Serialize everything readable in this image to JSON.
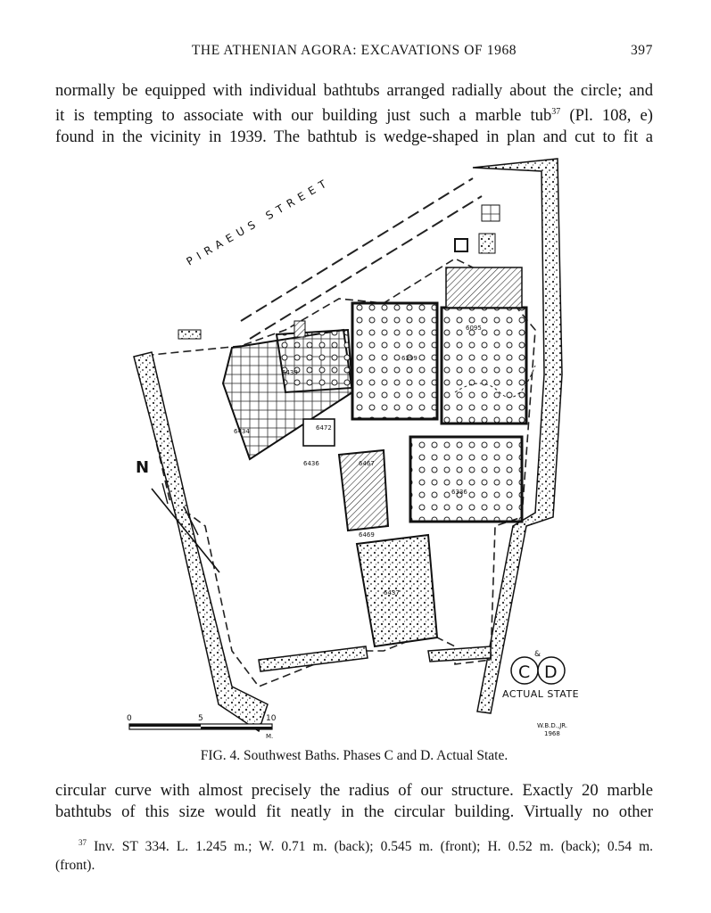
{
  "header": {
    "running_title": "THE ATHENIAN AGORA: EXCAVATIONS OF 1968",
    "page_number": "397"
  },
  "paragraph_top": {
    "line1": "normally be equipped with individual bathtubs arranged radially about the circle; and",
    "line2_a": "it is tempting to associate with our building just such a marble tub",
    "line2_ref": "37",
    "line2_b": "(Pl. 108, e)",
    "line3": "found in the vicinity in 1939. The bathtub is wedge-shaped in plan and cut to fit a"
  },
  "figure": {
    "street_label": "PIRAEUS STREET",
    "north_label": "N",
    "phase_letters": [
      "C",
      "D"
    ],
    "phase_amp": "&",
    "state_label": "ACTUAL STATE",
    "scale_labels": [
      "0",
      "5",
      "10"
    ],
    "scale_unit": "M.",
    "draftsman": "W.B.D.,JR.",
    "year": "1968",
    "feature_numbers": [
      "6434",
      "6472",
      "6436",
      "6467",
      "6336",
      "6469",
      "6437",
      "6095",
      "6399",
      "6439"
    ],
    "caption": "FIG. 4. Southwest Baths. Phases C and D. Actual State."
  },
  "paragraph_bottom": {
    "line1": "circular curve with almost precisely the radius of our structure. Exactly 20 marble",
    "line2": "bathtubs of this size would fit neatly in the circular building. Virtually no other"
  },
  "footnote": {
    "ref": "37",
    "line1": "Inv. ST 334. L. 1.245 m.; W. 0.71 m. (back); 0.545 m. (front); H. 0.52 m. (back); 0.54 m.",
    "line2": "(front)."
  }
}
